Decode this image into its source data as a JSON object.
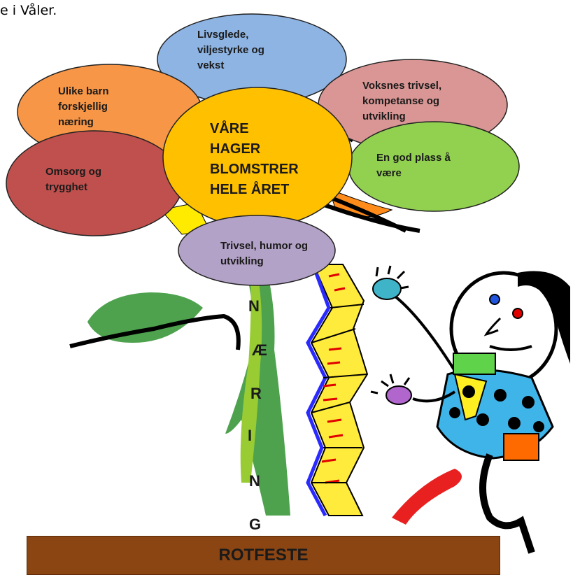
{
  "header": {
    "partial_text": "e i Våler."
  },
  "flower": {
    "center": "VÅRE\nHAGER\nBLOMSTRER\nHELE ÅRET",
    "petals": [
      {
        "text": "Livsglede,\nviljestyrke og\nvekst",
        "color": "#8eb4e3"
      },
      {
        "text": "Voksnes trivsel,\nkompetanse og\nutvikling",
        "color": "#d99694"
      },
      {
        "text": "Ulike barn\nforskjellig\nnæring",
        "color": "#f79646"
      },
      {
        "text": "En god plass å\nvære",
        "color": "#92d050"
      },
      {
        "text": "Omsorg og\ntrygghet",
        "color": "#c0504d"
      },
      {
        "text": "Trivsel, humor og\nutvikling",
        "color": "#b3a2c7"
      }
    ],
    "center_color": "#ffc000"
  },
  "stem_word": [
    "N",
    "Æ",
    "R",
    "I",
    "N",
    "G"
  ],
  "root": {
    "label": "ROTFESTE",
    "color": "#8b4513"
  }
}
